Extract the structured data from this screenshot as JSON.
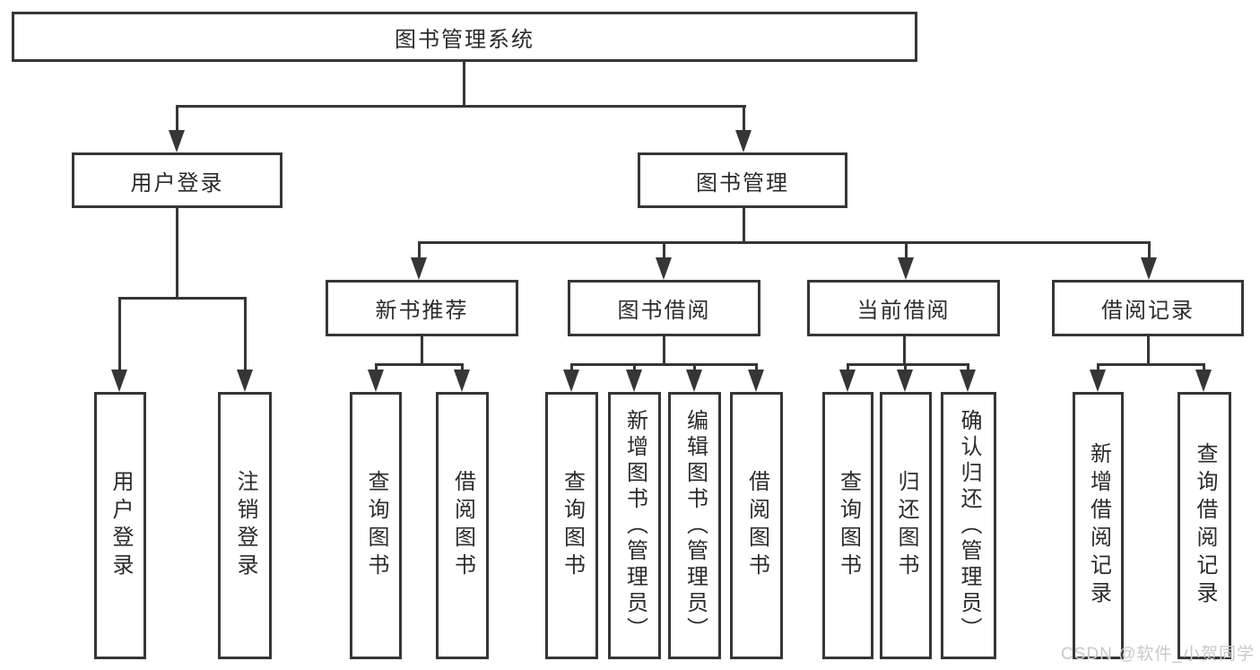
{
  "colors": {
    "line": "#363636",
    "box_border": "#363636",
    "text": "#2b2b2b",
    "watermark": "#c9c9c9",
    "background": "#ffffff"
  },
  "watermark": {
    "text": "CSDN @软件_小贺同学"
  },
  "tree": {
    "root": {
      "label": "图书管理系统"
    },
    "level2": [
      {
        "label": "用户登录"
      },
      {
        "label": "图书管理"
      }
    ],
    "level3": [
      {
        "parent": "图书管理",
        "label": "新书推荐"
      },
      {
        "parent": "图书管理",
        "label": "图书借阅"
      },
      {
        "parent": "图书管理",
        "label": "当前借阅"
      },
      {
        "parent": "图书管理",
        "label": "借阅记录"
      }
    ],
    "leaves": [
      {
        "parent": "用户登录",
        "label": "用户登录"
      },
      {
        "parent": "用户登录",
        "label": "注销登录"
      },
      {
        "parent": "新书推荐",
        "label": "查询图书"
      },
      {
        "parent": "新书推荐",
        "label": "借阅图书"
      },
      {
        "parent": "图书借阅",
        "label": "查询图书"
      },
      {
        "parent": "图书借阅",
        "label": "新增图书（管理员）"
      },
      {
        "parent": "图书借阅",
        "label": "编辑图书（管理员）"
      },
      {
        "parent": "图书借阅",
        "label": "借阅图书"
      },
      {
        "parent": "当前借阅",
        "label": "查询图书"
      },
      {
        "parent": "当前借阅",
        "label": "归还图书"
      },
      {
        "parent": "当前借阅",
        "label": "确认归还（管理员）"
      },
      {
        "parent": "借阅记录",
        "label": "新增借阅记录"
      },
      {
        "parent": "借阅记录",
        "label": "查询借阅记录"
      }
    ]
  }
}
